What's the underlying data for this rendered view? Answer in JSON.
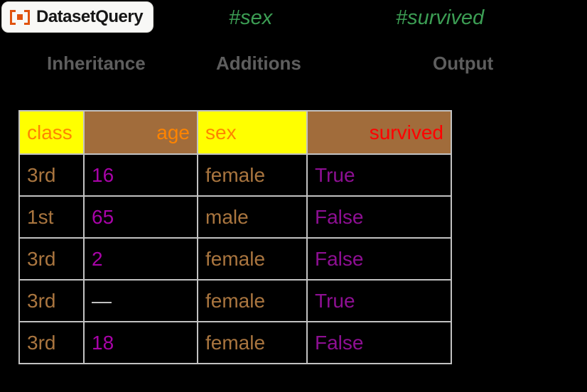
{
  "colors": {
    "badge-bg": "#F8F8F6",
    "badge-border": "#DADAD6",
    "badge-text": "#161616",
    "icon-orange": "#E0530E",
    "slot-green": "#3C9E54",
    "option-gray": "#5E5E5E",
    "header-yellow": "#FFFF00",
    "header-brown": "#A16C3B",
    "header-orange": "#FF8400",
    "header-red": "#FF0000",
    "cell-bg": "#000000",
    "cell-string": "#A9753F",
    "cell-number": "#A803A8",
    "cell-boolean": "#8E0F93",
    "cell-missing": "#CCCCCC",
    "grid-line": "#C2C2C2"
  },
  "code": {
    "badge": {
      "label": "DatasetQuery"
    },
    "slot_sex": "#sex",
    "slot_survived": "#survived",
    "option_inheritance": "Inheritance",
    "option_additions": "Additions",
    "option_output": "Output"
  },
  "table": {
    "columns": [
      {
        "label": "class"
      },
      {
        "label": "age"
      },
      {
        "label": "sex"
      },
      {
        "label": "survived"
      }
    ],
    "rows": [
      {
        "cells": [
          {
            "text": "3rd",
            "kind": "string"
          },
          {
            "text": "16",
            "kind": "number"
          },
          {
            "text": "female",
            "kind": "string"
          },
          {
            "text": "True",
            "kind": "boolean"
          }
        ]
      },
      {
        "cells": [
          {
            "text": "1st",
            "kind": "string"
          },
          {
            "text": "65",
            "kind": "number"
          },
          {
            "text": "male",
            "kind": "string"
          },
          {
            "text": "False",
            "kind": "boolean"
          }
        ]
      },
      {
        "cells": [
          {
            "text": "3rd",
            "kind": "string"
          },
          {
            "text": "2",
            "kind": "number"
          },
          {
            "text": "female",
            "kind": "string"
          },
          {
            "text": "False",
            "kind": "boolean"
          }
        ]
      },
      {
        "cells": [
          {
            "text": "3rd",
            "kind": "string"
          },
          {
            "text": "—",
            "kind": "missing"
          },
          {
            "text": "female",
            "kind": "string"
          },
          {
            "text": "True",
            "kind": "boolean"
          }
        ]
      },
      {
        "cells": [
          {
            "text": "3rd",
            "kind": "string"
          },
          {
            "text": "18",
            "kind": "number"
          },
          {
            "text": "female",
            "kind": "string"
          },
          {
            "text": "False",
            "kind": "boolean"
          }
        ]
      }
    ]
  }
}
